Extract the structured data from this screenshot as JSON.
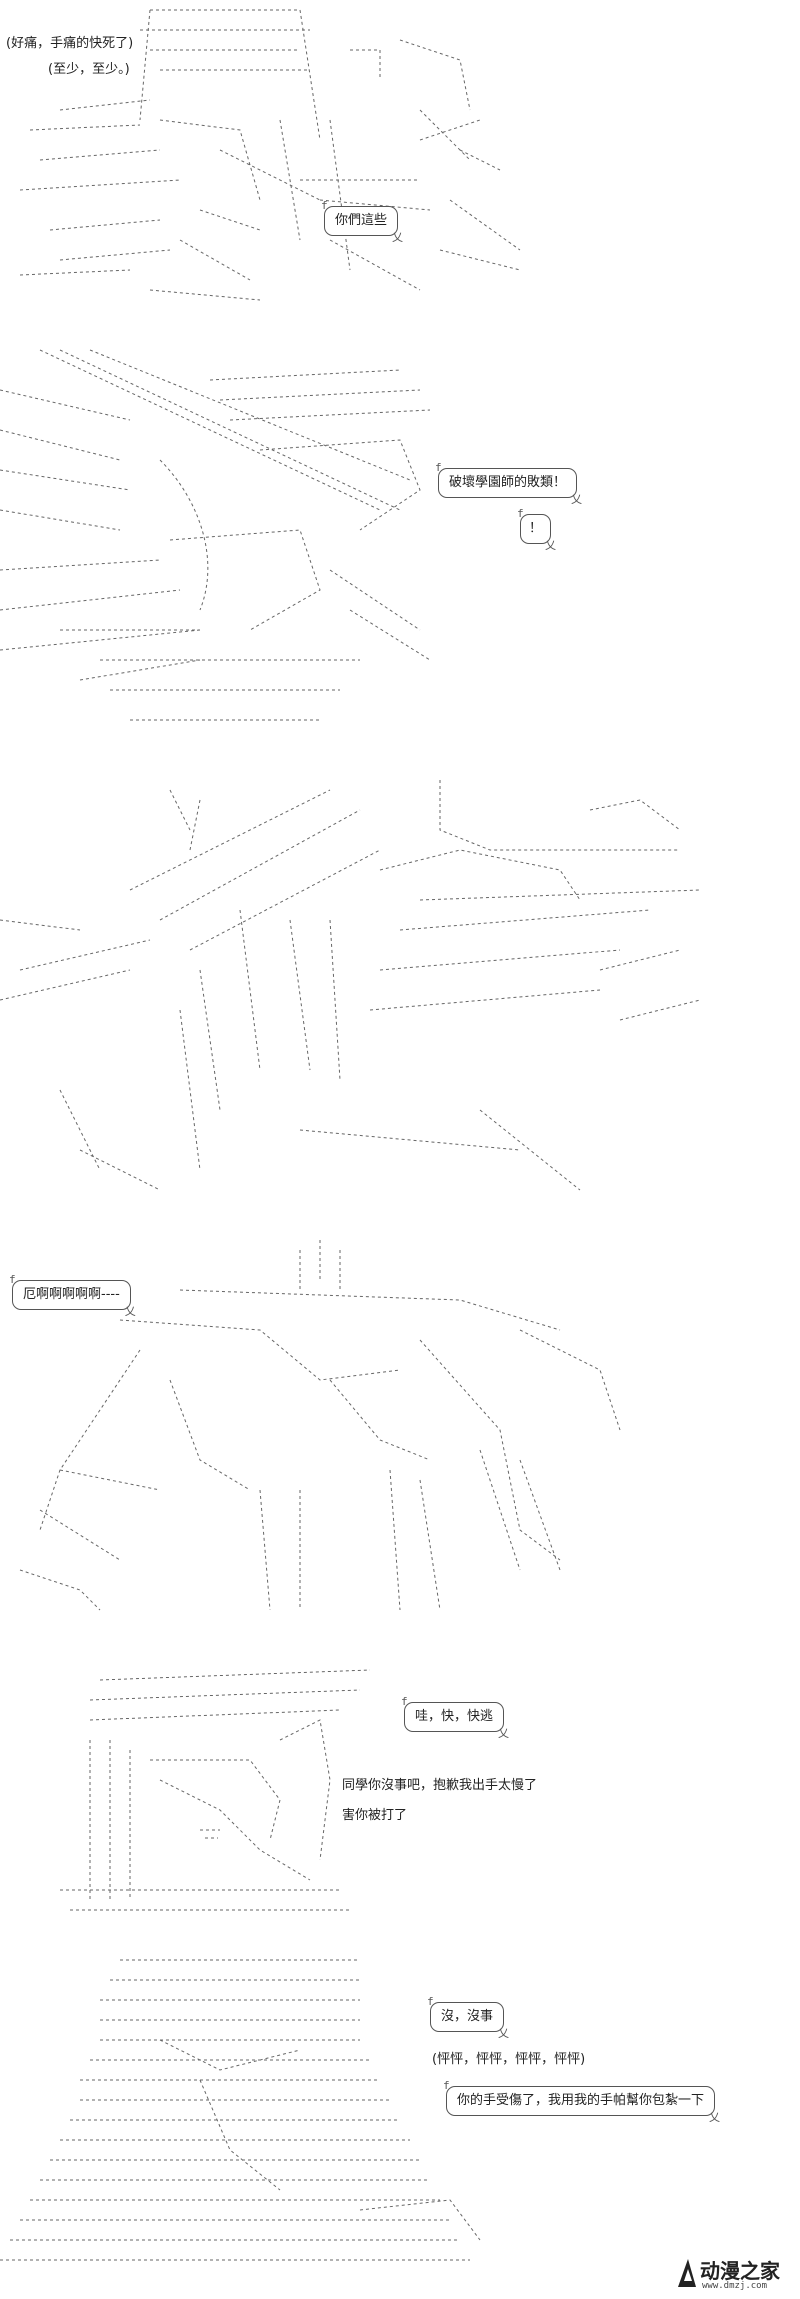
{
  "panels": [
    {
      "id": "panel-1",
      "texts": [
        {
          "name": "caption-pain",
          "text": "(好痛，手痛的快死了)"
        },
        {
          "name": "caption-at-least",
          "text": "(至少，至少。)"
        }
      ],
      "bubbles": [
        {
          "name": "bubble-you-guys",
          "text": "你們這些"
        }
      ]
    },
    {
      "id": "panel-2",
      "bubbles": [
        {
          "name": "bubble-destroy-school",
          "text": "破壞學園師的敗類！"
        },
        {
          "name": "bubble-exclaim",
          "text": "！"
        }
      ]
    },
    {
      "id": "panel-3",
      "bubbles": []
    },
    {
      "id": "panel-4",
      "bubbles": [
        {
          "name": "bubble-scream",
          "text": "厄啊啊啊啊啊----"
        }
      ]
    },
    {
      "id": "panel-5",
      "bubbles": [
        {
          "name": "bubble-run",
          "text": "哇，快，快逃"
        }
      ],
      "texts": [
        {
          "name": "caption-apology-1",
          "text": "同學你沒事吧，抱歉我出手太慢了"
        },
        {
          "name": "caption-apology-2",
          "text": "害你被打了"
        }
      ]
    },
    {
      "id": "panel-6",
      "bubbles": [
        {
          "name": "bubble-fine",
          "text": "沒，沒事"
        },
        {
          "name": "bubble-bandage",
          "text": "你的手受傷了，我用我的手帕幫你包紮一下"
        }
      ],
      "texts": [
        {
          "name": "caption-heartbeat",
          "text": "(怦怦，怦怦，怦怦，怦怦)"
        }
      ]
    }
  ],
  "watermark": {
    "main": "动漫之家",
    "sub": "www.dmzj.com"
  }
}
